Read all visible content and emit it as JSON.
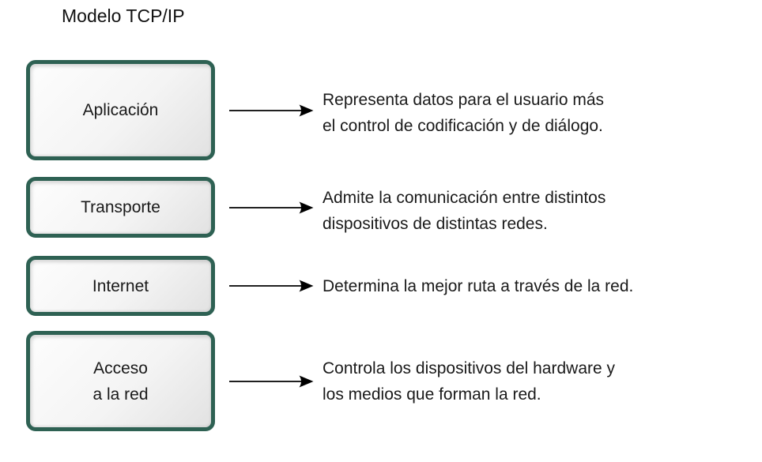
{
  "page": {
    "title": "Modelo TCP/IP"
  },
  "colors": {
    "background": "#ffffff",
    "box_border": "#2e6153",
    "box_fill_light": "#fdfdfd",
    "box_fill_dark": "#e2e2e2",
    "text": "#1a1a1a",
    "arrow": "#000000"
  },
  "layers": [
    {
      "name": "aplicacion",
      "box_lines": [
        "Aplicación"
      ],
      "desc_lines": [
        "Representa datos para el usuario más",
        "el control de codificación y de diálogo."
      ]
    },
    {
      "name": "transporte",
      "box_lines": [
        "Transporte"
      ],
      "desc_lines": [
        "Admite la comunicación entre distintos",
        "dispositivos de distintas redes."
      ]
    },
    {
      "name": "internet",
      "box_lines": [
        "Internet"
      ],
      "desc_lines": [
        "Determina la mejor ruta a través de la red."
      ]
    },
    {
      "name": "acceso-a-la-red",
      "box_lines": [
        "Acceso",
        "a la red"
      ],
      "desc_lines": [
        "Controla los dispositivos del hardware y",
        "los medios que forman la red."
      ]
    }
  ]
}
